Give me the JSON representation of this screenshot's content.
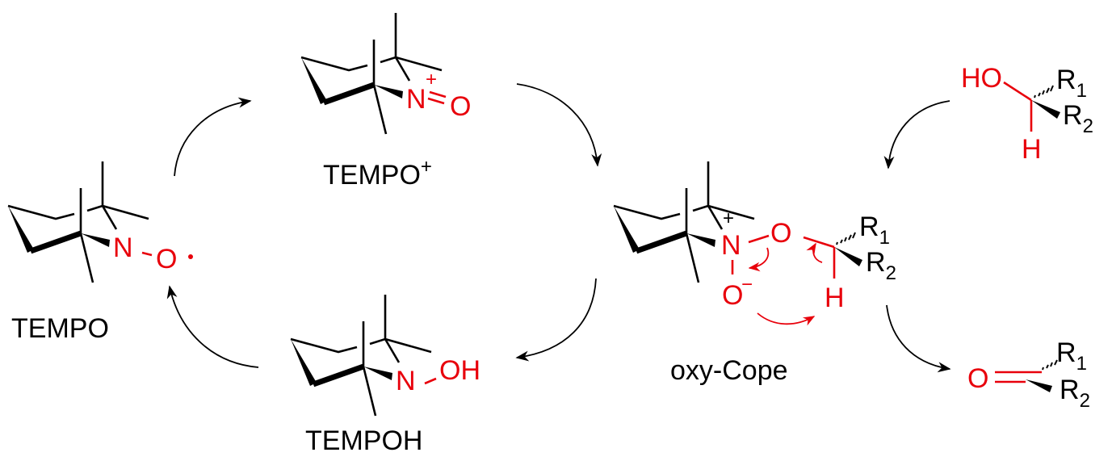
{
  "labels": {
    "tempo": "TEMPO",
    "tempo_plus": "TEMPO",
    "tempo_plus_charge": "+",
    "tempoh": "TEMPOH",
    "oxy_cope": "oxy-Cope"
  },
  "atoms": {
    "n": "N",
    "o": "O",
    "oh": "OH",
    "ho": "HO",
    "h": "H",
    "r": "R",
    "sub1": "1",
    "sub2": "2",
    "plus": "+",
    "minus": "−",
    "radical": "•",
    "bond_dash": "-"
  },
  "colors": {
    "reactive": "#e8000b",
    "skeleton": "#000000"
  }
}
